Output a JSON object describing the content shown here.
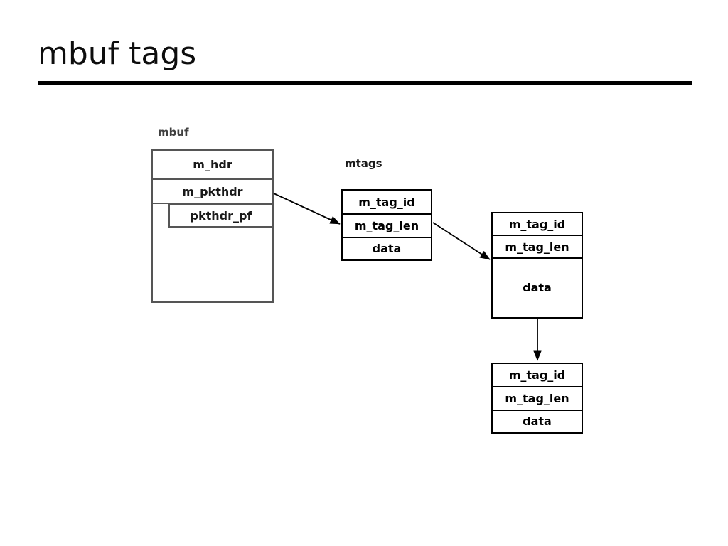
{
  "slide": {
    "title": "mbuf tags"
  },
  "diagram": {
    "mbuf": {
      "label": "mbuf",
      "rows": [
        {
          "label": "m_hdr"
        },
        {
          "label": "m_pkthdr"
        },
        {
          "label": "pkthdr_pf"
        },
        {
          "label": ""
        }
      ]
    },
    "mtags": {
      "label": "mtags",
      "boxes": [
        {
          "name": "mtag-first",
          "rows": [
            {
              "label": "m_tag_id"
            },
            {
              "label": "m_tag_len"
            },
            {
              "label": "data"
            }
          ]
        },
        {
          "name": "mtag-second",
          "rows": [
            {
              "label": "m_tag_id"
            },
            {
              "label": "m_tag_len"
            },
            {
              "label": "data"
            }
          ]
        },
        {
          "name": "mtag-third",
          "rows": [
            {
              "label": "m_tag_id"
            },
            {
              "label": "m_tag_len"
            },
            {
              "label": "data"
            }
          ]
        }
      ]
    },
    "arrows": [
      {
        "name": "mbuf-to-mtag1",
        "from": "m_pkthdr right edge",
        "to": "mtag-first m_tag_len left edge"
      },
      {
        "name": "mtag1-to-mtag2",
        "from": "mtag-first m_tag_len right edge",
        "to": "mtag-second data left edge"
      },
      {
        "name": "mtag2-to-mtag3",
        "from": "mtag-second bottom edge",
        "to": "mtag-third top edge"
      }
    ]
  },
  "colors": {
    "rule": "#000000",
    "mbuf_border": "#555555",
    "mtag_border": "#000000",
    "label_gray": "#404040",
    "text": "#1a1a1a"
  }
}
